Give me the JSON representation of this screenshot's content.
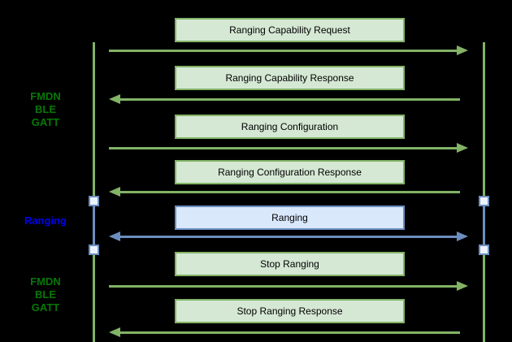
{
  "diagram": {
    "type": "sequence-diagram",
    "background_color": "#000000",
    "side_labels": [
      {
        "name": "fmdn-ble-gatt-top",
        "lines": [
          "FMDN",
          "BLE",
          "GATT"
        ],
        "color": "#067806"
      },
      {
        "name": "ranging",
        "lines": [
          "Ranging"
        ],
        "color": "#0000f0"
      },
      {
        "name": "fmdn-ble-gatt-bottom",
        "lines": [
          "FMDN",
          "BLE",
          "GATT"
        ],
        "color": "#067806"
      }
    ],
    "lifelines": {
      "count": 2,
      "line_color": "#82b366",
      "activation_color": "#6c8ebf",
      "activation_marker_fill": "#ecf2fb"
    },
    "messages": [
      {
        "label": "Ranging Capability Request",
        "direction": "right",
        "theme": "green"
      },
      {
        "label": "Ranging Capability Response",
        "direction": "left",
        "theme": "green"
      },
      {
        "label": "Ranging Configuration",
        "direction": "right",
        "theme": "green"
      },
      {
        "label": "Ranging Configuration Response",
        "direction": "left",
        "theme": "green"
      },
      {
        "label": "Ranging",
        "direction": "both",
        "theme": "blue"
      },
      {
        "label": "Stop Ranging",
        "direction": "right",
        "theme": "green"
      },
      {
        "label": "Stop Ranging Response",
        "direction": "left",
        "theme": "green"
      }
    ],
    "colors": {
      "green_box_fill": "#d5e8d4",
      "green_stroke": "#82b366",
      "blue_box_fill": "#dae8fc",
      "blue_stroke": "#6c8ebf",
      "label_green": "#067806",
      "label_blue": "#0000f0",
      "box_text": "#000000"
    }
  }
}
